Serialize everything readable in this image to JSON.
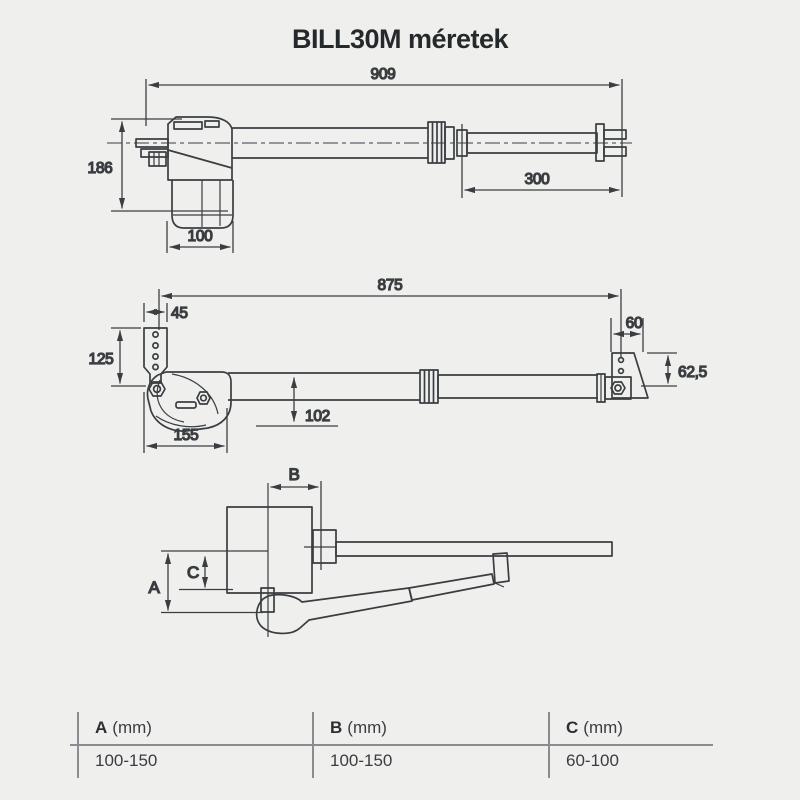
{
  "title": "BILL30M méretek",
  "colors": {
    "background": "#efefee",
    "line": "#3a3e41",
    "text": "#26292b",
    "table_line": "#8a8d8f"
  },
  "drawing_closed": {
    "overall_length": "909",
    "body_height": "186",
    "body_width": "100",
    "stroke_length": "300"
  },
  "drawing_open": {
    "overall_length": "875",
    "rear_bracket_width": "45",
    "rear_bracket_height": "125",
    "head_length": "155",
    "tube_height": "102",
    "front_bracket_width": "60",
    "front_bracket_height": "62,5"
  },
  "drawing_top": {
    "dim_a": "A",
    "dim_b": "B",
    "dim_c": "C"
  },
  "table": {
    "columns": [
      {
        "letter": "A",
        "unit": "(mm)",
        "value": "100-150"
      },
      {
        "letter": "B",
        "unit": "(mm)",
        "value": "100-150"
      },
      {
        "letter": "C",
        "unit": "(mm)",
        "value": "60-100"
      }
    ]
  }
}
